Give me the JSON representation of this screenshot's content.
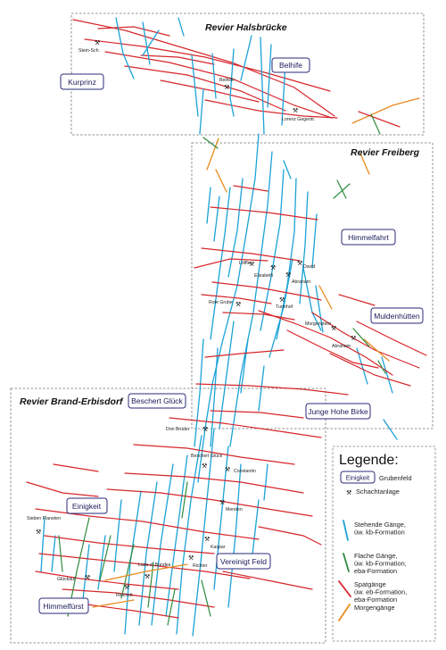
{
  "regions": [
    {
      "name": "Revier Halsbrücke"
    },
    {
      "name": "Revier Freiberg"
    },
    {
      "name": "Revier Brand-Erbisdorf"
    }
  ],
  "fields": [
    {
      "name": "Belhife"
    },
    {
      "name": "Kurprinz"
    },
    {
      "name": "Himmelfahrt"
    },
    {
      "name": "Muldenhütten"
    },
    {
      "name": "Beschert Glück"
    },
    {
      "name": "Junge Hohe Birke"
    },
    {
      "name": "Einigkeit"
    },
    {
      "name": "Vereinigt Feld"
    },
    {
      "name": "Himmelfürst"
    }
  ],
  "shafts": [
    {
      "name": "Stein-Sch."
    },
    {
      "name": "Beihilfe"
    },
    {
      "name": "Lorenz Gegentr."
    },
    {
      "name": "Löffler"
    },
    {
      "name": "David"
    },
    {
      "name": "Elisabeth"
    },
    {
      "name": "Abraham"
    },
    {
      "name": "Rote Grube"
    },
    {
      "name": "Turmhof"
    },
    {
      "name": "Morgenstern"
    },
    {
      "name": "Abraham"
    },
    {
      "name": "Drei Brüder"
    },
    {
      "name": "Beschert Glück"
    },
    {
      "name": "Constantin"
    },
    {
      "name": "Menden"
    },
    {
      "name": "Sieben Planeten"
    },
    {
      "name": "Kaspar"
    },
    {
      "name": "Richter"
    },
    {
      "name": "Lade d. Bundes"
    },
    {
      "name": "Glückauf"
    },
    {
      "name": "Reichelt"
    }
  ],
  "legend": {
    "title": "Legende:",
    "field_example": "Einigkeit",
    "field_text": "Grubenfeld",
    "shaft_text": "Schachtanlage",
    "items": [
      {
        "color": "#1aa3d6",
        "lines": [
          "Stehende Gänge,",
          "üw. kb-Formation"
        ]
      },
      {
        "color": "#2e8b3e",
        "lines": [
          "Flache Gänge,",
          "üw. kb-Formation,",
          "eba-Formation"
        ]
      },
      {
        "color": "#d6262b",
        "lines": [
          "Spatgänge",
          "üw. eb-Formation,",
          "eba-Formation"
        ]
      },
      {
        "color": "#e88b1e",
        "lines": [
          "Morgengänge"
        ]
      }
    ]
  },
  "vein_colors": {
    "stehende": "#1aa3d6",
    "flache": "#2e8b3e",
    "spat": "#d6262b",
    "morgen": "#e88b1e"
  }
}
